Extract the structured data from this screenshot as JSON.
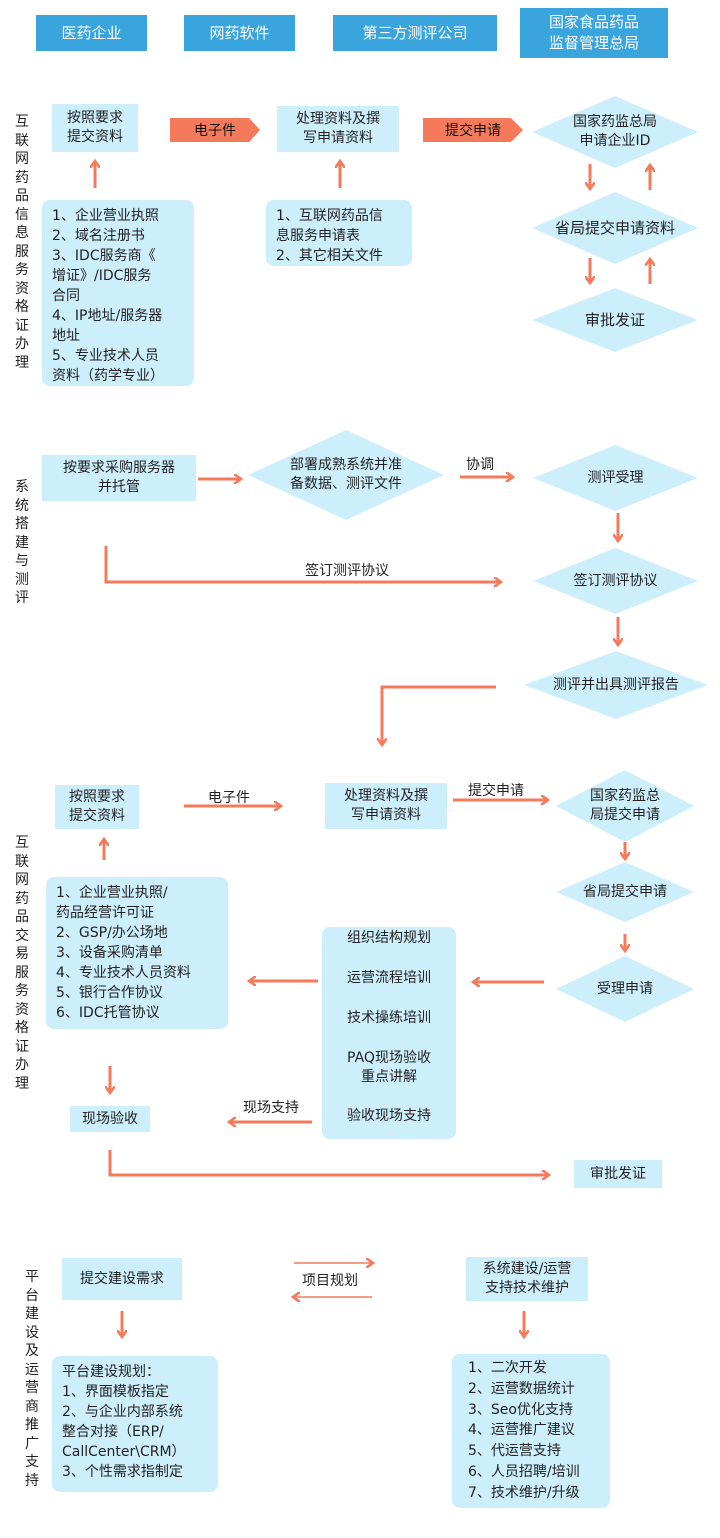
{
  "colors": {
    "header": "#3aa5dc",
    "box": "#cdeffb",
    "arrow": "#f47a5b"
  },
  "headers": [
    "医药企业",
    "网药软件",
    "第三方测评公司",
    "国家食品药品\n监督管理总局"
  ],
  "sections": {
    "s1": {
      "label": "互联网药品信息服务资格证办理",
      "submit": "按照要求\n提交资料",
      "tag1": "电子件",
      "process": "处理资料及撰\n写申请资料",
      "tag2": "提交申请",
      "d1": "国家药监总局\n申请企业ID",
      "d2": "省局提交申请资料",
      "d3": "审批发证",
      "list1": [
        "1、企业营业执照",
        "2、域名注册书",
        "3、IDC服务商《",
        "增证》/IDC服务",
        "合同",
        "4、IP地址/服务器",
        "地址",
        "5、专业技术人员",
        "资料（药学专业）"
      ],
      "list2": [
        "1、互联网药品信",
        "息服务申请表",
        "2、其它相关文件"
      ]
    },
    "s2": {
      "label": "系统搭建与测评",
      "buy": "按要求采购服务器\n并托管",
      "deploy": "部署成熟系统并准\n备数据、测评文件",
      "coord": "协调",
      "accept": "测评受理",
      "sign_label": "签订测评协议",
      "sign": "签订测评协议",
      "report": "测评并出具测评报告"
    },
    "s3": {
      "label": "互联网药品交易服务资格证办理",
      "submit": "按照要求\n提交资料",
      "e_label": "电子件",
      "process": "处理资料及撰\n写申请资料",
      "apply_label": "提交申请",
      "d1": "国家药监总\n局提交申请",
      "d2": "省局提交申请",
      "d3": "受理申请",
      "list": [
        "1、企业营业执照/",
        "药品经营许可证",
        "2、GSP/办公场地",
        "3、设备采购清单",
        "4、专业技术人员资料",
        "5、银行合作协议",
        "6、IDC托管协议"
      ],
      "training": [
        "组织结构规划",
        "运营流程培训",
        "技术操练培训",
        "PAQ现场验收\n重点讲解",
        "验收现场支持"
      ],
      "onsite_label": "现场支持",
      "onsite": "现场验收",
      "approve": "审批发证"
    },
    "s4": {
      "label": "平台建设及运营商推广支持",
      "req": "提交建设需求",
      "plan_label": "项目规划",
      "sys": "系统建设/运营\n支持技术维护",
      "plan_list": [
        "平台建设规划：",
        "1、界面模板指定",
        "2、与企业内部系统",
        "整合对接（ERP/",
        "CallCenter\\CRM）",
        "3、个性需求指制定"
      ],
      "support_list": [
        "1、二次开发",
        "2、运营数据统计",
        "3、Seo优化支持",
        "4、运营推广建议",
        "5、代运营支持",
        "6、人员招聘/培训",
        "7、技术维护/升级"
      ]
    }
  }
}
